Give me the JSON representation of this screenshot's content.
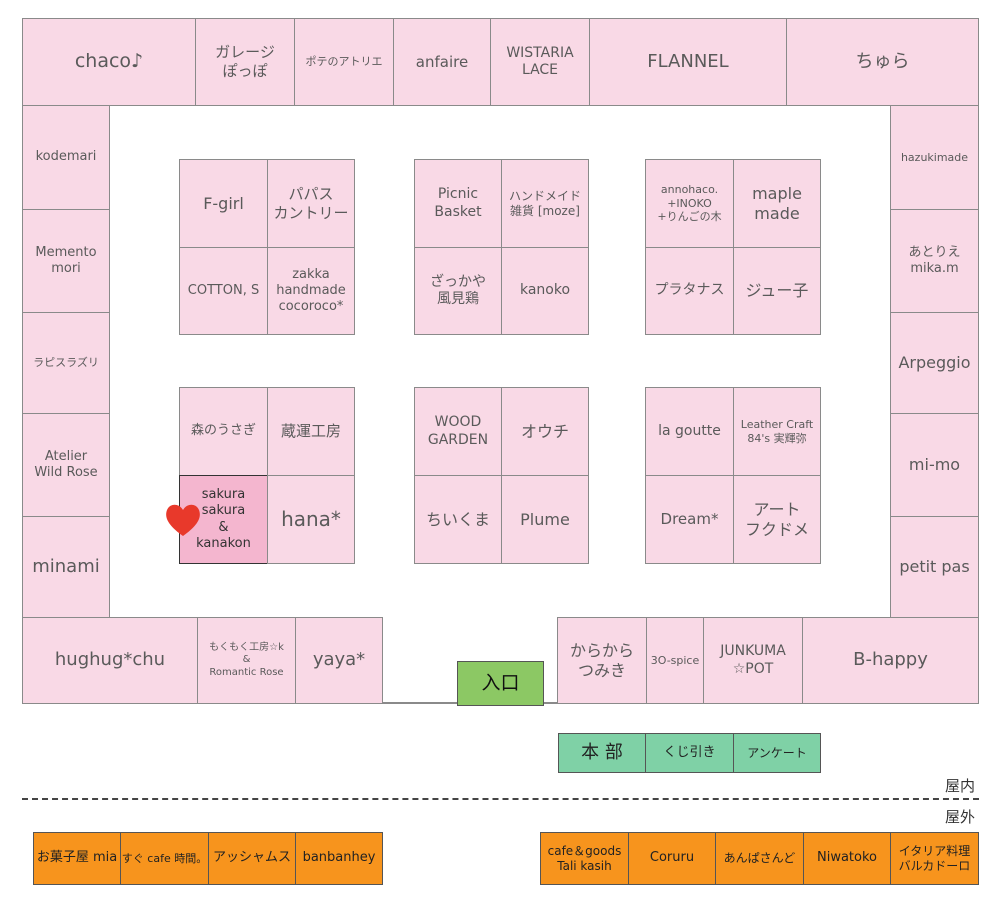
{
  "booths": {
    "top": [
      "chaco♪",
      "ガレージ\nぽっぽ",
      "ポテのアトリエ",
      "anfaire",
      "WISTARIA\nLACE",
      "FLANNEL",
      "ちゅら"
    ],
    "left": [
      "kodemari",
      "Memento\nmori",
      "ラピスラズリ",
      "Atelier\nWild Rose",
      "minami"
    ],
    "right": [
      "hazukimade",
      "あとりえ\nmika.m",
      "Arpeggio",
      "mi-mo",
      "petit pas"
    ],
    "bottom_left": [
      "hughug*chu",
      "もくもく工房☆k\n&\nRomantic Rose",
      "yaya*"
    ],
    "bottom_right": [
      "からから\nつみき",
      "3O-spice",
      "JUNKUMA\n☆POT",
      "B-happy"
    ],
    "block1": [
      "F-girl",
      "パパス\nカントリー",
      "COTTON, S",
      "zakka\nhandmade\ncocoroco*"
    ],
    "block2": [
      "Picnic\nBasket",
      "ハンドメイド\n雑貨 [moze]",
      "ざっかや\n風見鶏",
      "kanoko"
    ],
    "block3": [
      "annohaco.\n+INOKO\n+りんごの木",
      "maple\nmade",
      "プラタナス",
      "ジュー子"
    ],
    "block4": [
      "森のうさぎ",
      "蔵運工房",
      "sakura\nsakura\n&\nkanakon",
      "hana*"
    ],
    "block5": [
      "WOOD\nGARDEN",
      "オウチ",
      "ちいくま",
      "Plume"
    ],
    "block6": [
      "la goutte",
      "Leather Craft\n84's 実輝弥",
      "Dream*",
      "アート\nフクドメ"
    ],
    "entrance": "入口",
    "hq": [
      "本 部",
      "くじ引き",
      "アンケート"
    ],
    "outdoor_left": [
      "お菓子屋 mia",
      "すぐ cafe 時間。",
      "アッシャムス",
      "banbanhey"
    ],
    "outdoor_right": [
      "cafe＆goods\nTali kasih",
      "Coruru",
      "あんぱさんど",
      "Niwatoko",
      "イタリア料理\nバルカドーロ"
    ]
  },
  "labels": {
    "indoor": "屋内",
    "outdoor": "屋外"
  },
  "colors": {
    "booth": "#f9d9e6",
    "highlight_booth": "#f4b6cf",
    "outdoor_booth": "#f7941d",
    "hq": "#7fd1a6",
    "entrance": "#8cc864",
    "heart": "#e8392b"
  },
  "icons": {
    "marker": "heart-icon"
  }
}
